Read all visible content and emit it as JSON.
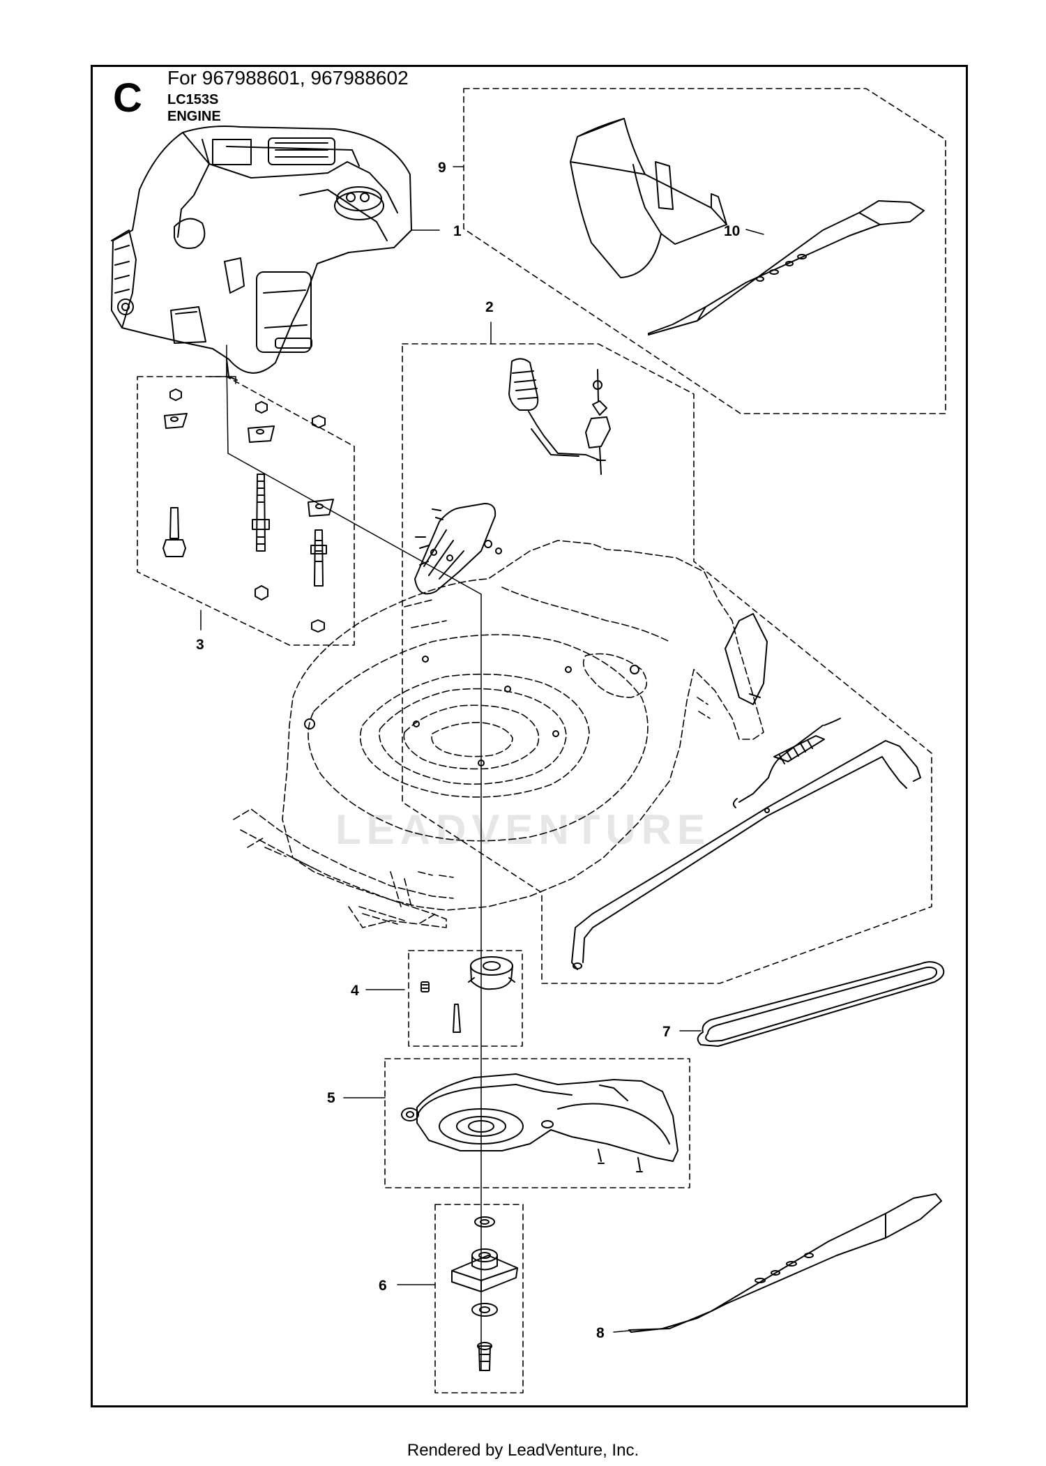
{
  "header": {
    "section_letter": "C",
    "for_models": "For 967988601, 967988602",
    "model": "LC153S",
    "assembly": "ENGINE"
  },
  "callouts": [
    "1",
    "2",
    "3",
    "4",
    "5",
    "6",
    "7",
    "8",
    "9",
    "10"
  ],
  "watermark": "LEADVENTURE",
  "footer": "Rendered by LeadVenture, Inc.",
  "colors": {
    "line": "#000000",
    "background": "#ffffff",
    "watermark": "#e6e6e6"
  }
}
